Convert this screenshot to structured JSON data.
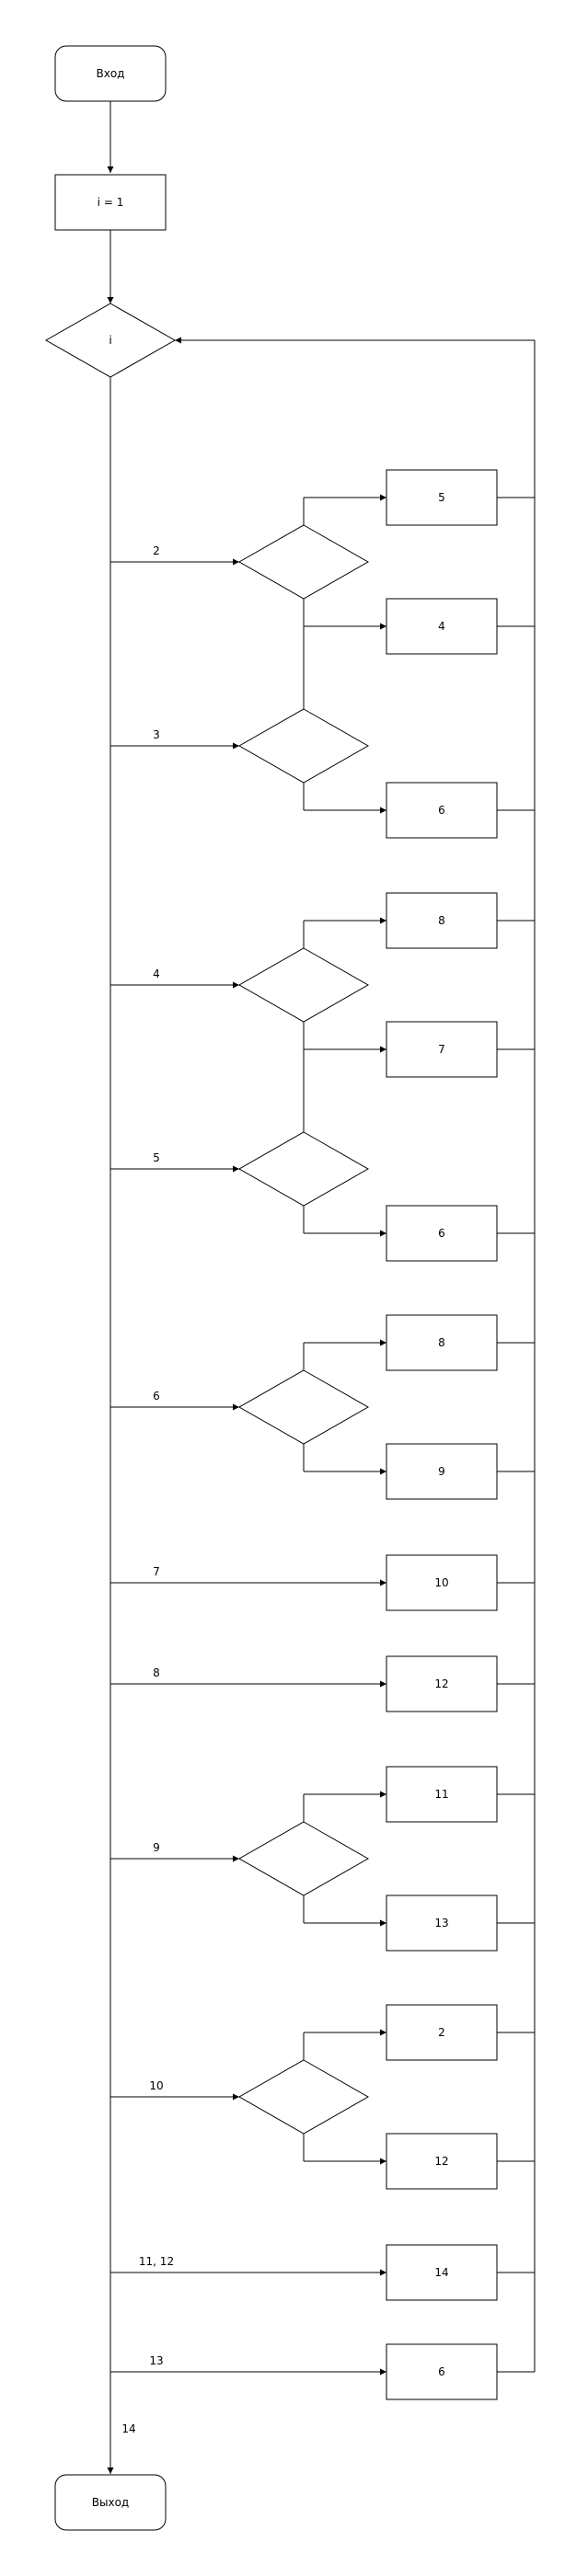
{
  "start": {
    "label": "Вход"
  },
  "init": {
    "label": "i = 1"
  },
  "selector": {
    "label": "i"
  },
  "end": {
    "label": "Выход"
  },
  "cases": [
    {
      "label": "2",
      "type": "decision",
      "upper": "5",
      "lower": "4"
    },
    {
      "label": "3",
      "type": "decision",
      "lower": "6"
    },
    {
      "label": "4",
      "type": "decision",
      "upper": "8",
      "lower": "7"
    },
    {
      "label": "5",
      "type": "decision",
      "lower": "6"
    },
    {
      "label": "6",
      "type": "decision",
      "upper": "8",
      "lower": "9"
    },
    {
      "label": "7",
      "type": "direct",
      "target": "10"
    },
    {
      "label": "8",
      "type": "direct",
      "target": "12"
    },
    {
      "label": "9",
      "type": "decision",
      "upper": "11",
      "lower": "13"
    },
    {
      "label": "10",
      "type": "decision",
      "upper": "2",
      "lower": "12"
    },
    {
      "label": "11, 12",
      "type": "direct",
      "target": "14"
    },
    {
      "label": "13",
      "type": "direct",
      "target": "6"
    }
  ],
  "exit_label": "14",
  "colors": {
    "stroke": "#000000",
    "fill": "#ffffff"
  }
}
